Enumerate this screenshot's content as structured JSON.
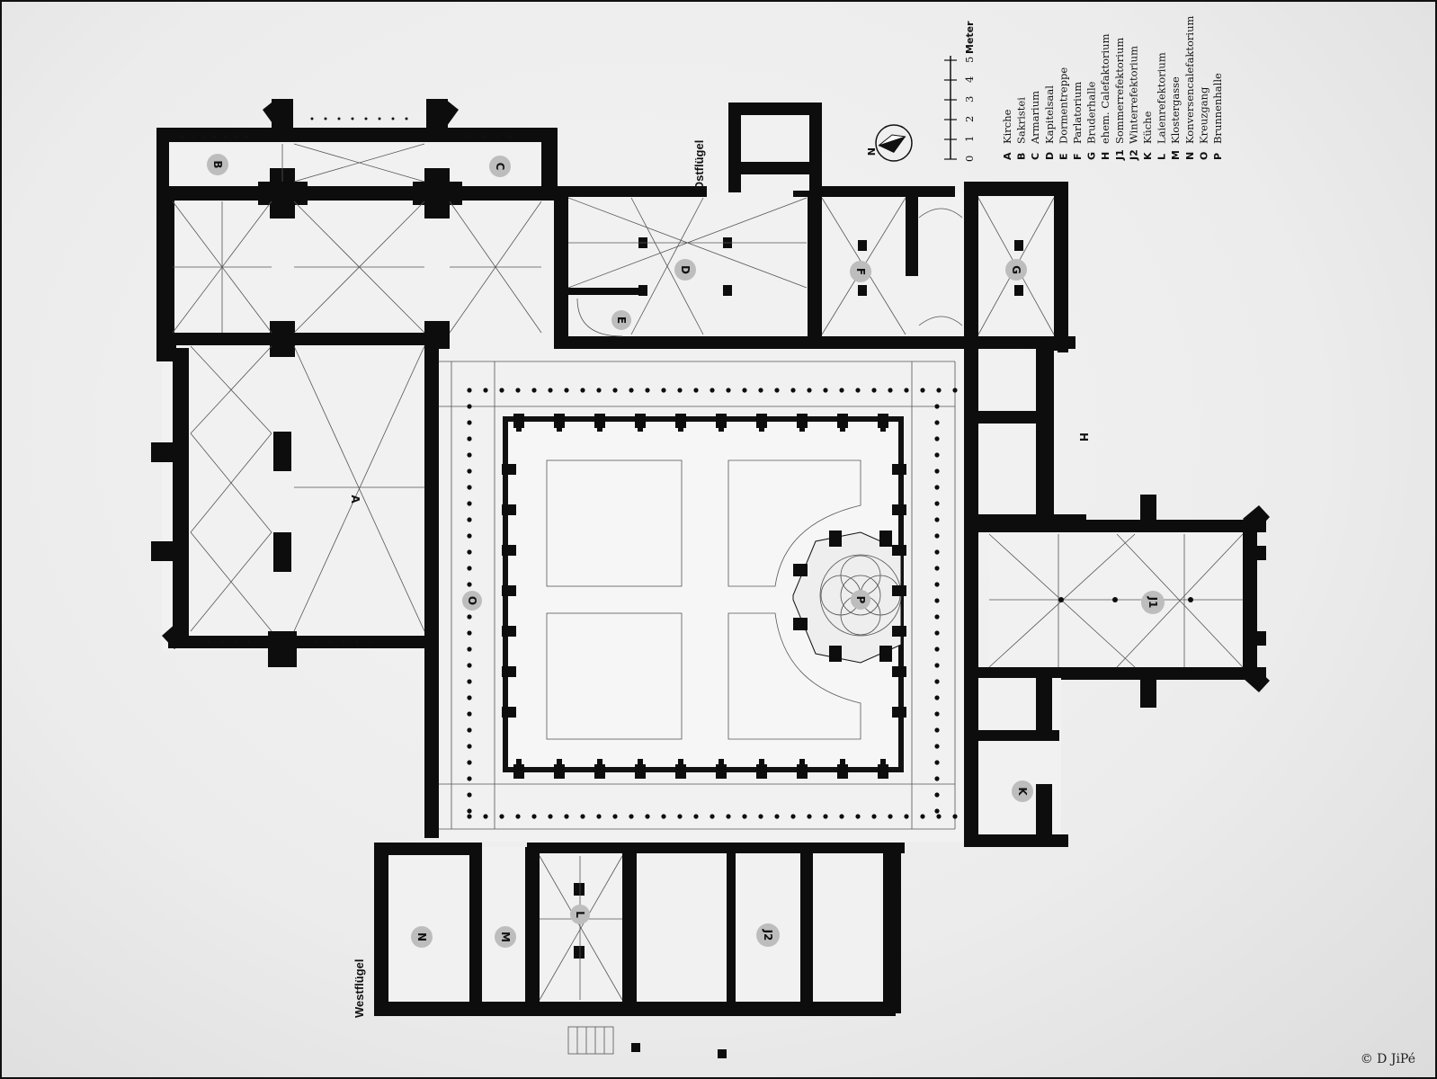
{
  "plan": {
    "wings": {
      "east": "Ostflügel",
      "west": "Westflügel"
    },
    "north_label": "N",
    "scale": {
      "ticks": [
        "0",
        "1",
        "2",
        "3",
        "4",
        "5"
      ],
      "unit": "Meter"
    },
    "rooms": [
      {
        "key": "A",
        "label": "Kirche"
      },
      {
        "key": "B",
        "label": "Sakristei"
      },
      {
        "key": "C",
        "label": "Armarium"
      },
      {
        "key": "D",
        "label": "Kapitelsaal"
      },
      {
        "key": "E",
        "label": "Dormentreppe"
      },
      {
        "key": "F",
        "label": "Parlatorium"
      },
      {
        "key": "G",
        "label": "Bruderhalle"
      },
      {
        "key": "H",
        "label": "ehem. Calefaktorium"
      },
      {
        "key": "J1",
        "label": "Sommerrefektorium"
      },
      {
        "key": "J2",
        "label": "Winterrefektorium"
      },
      {
        "key": "K",
        "label": "Küche"
      },
      {
        "key": "L",
        "label": "Laienrefektorium"
      },
      {
        "key": "M",
        "label": "Klostergasse"
      },
      {
        "key": "N",
        "label": "Konversencalefaktorium"
      },
      {
        "key": "O",
        "label": "Kreuzgang"
      },
      {
        "key": "P",
        "label": "Brunnenhalle"
      }
    ]
  },
  "copyright": "© D JiPé"
}
